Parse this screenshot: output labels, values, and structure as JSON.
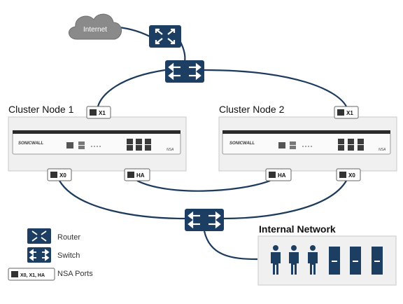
{
  "diagram": {
    "cloud_label": "Internet",
    "nodes": [
      {
        "title": "Cluster Node 1",
        "brand": "SONICWALL",
        "model": "NSA",
        "ports": {
          "x1": "X1",
          "x0": "X0",
          "ha": "HA"
        }
      },
      {
        "title": "Cluster Node 2",
        "brand": "SONICWALL",
        "model": "NSA",
        "ports": {
          "x1": "X1",
          "x0": "X0",
          "ha": "HA"
        }
      }
    ],
    "internal_network_title": "Internal Network",
    "legend": {
      "router": "Router",
      "switch": "Switch",
      "ports_badge": "X0, X1, HA",
      "ports_label": "NSA Ports"
    },
    "colors": {
      "device": "#1d3e63",
      "link": "#1c3b5c",
      "panel_bg": "#f0f0f0",
      "panel_border": "#c8c8c8",
      "cloud": "#8a8a8a",
      "people": "#1d3e63"
    }
  }
}
